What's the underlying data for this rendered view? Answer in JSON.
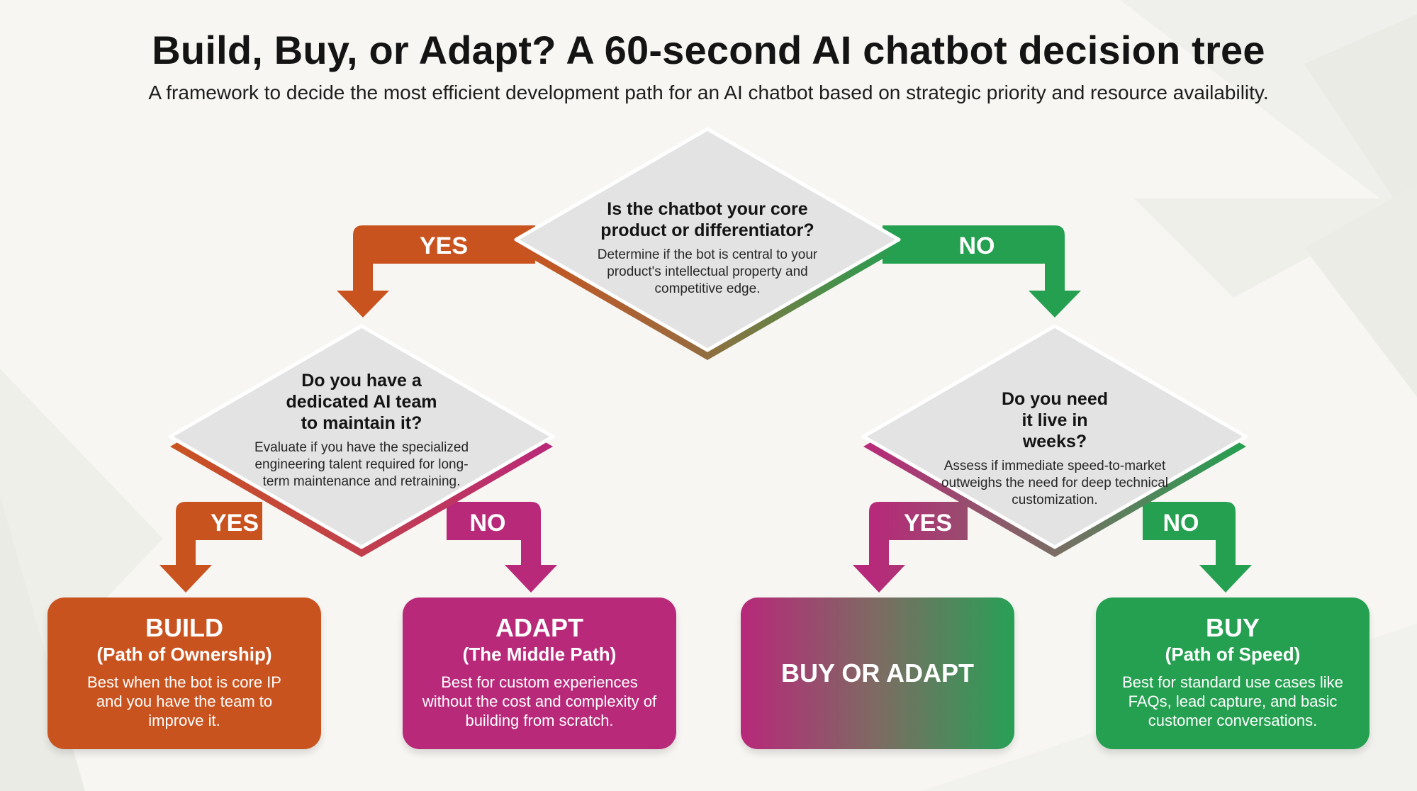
{
  "header": {
    "title": "Build, Buy, or Adapt? A 60-second AI chatbot decision tree",
    "subtitle": "A framework to decide the most efficient development path for an AI chatbot based on strategic priority and resource availability."
  },
  "decisions": {
    "root": {
      "question": "Is the chatbot your core product or differentiator?",
      "description": "Determine if the bot is central to your product's intellectual property and competitive edge."
    },
    "team": {
      "question": "Do you have a dedicated AI team to maintain it?",
      "description": "Evaluate if you have the specialized engineering talent required for long-term maintenance and retraining."
    },
    "speed": {
      "question": "Do you need it live in weeks?",
      "description": "Assess if immediate speed-to-market outweighs the need for deep technical customization."
    }
  },
  "edges": {
    "root_yes": "YES",
    "root_no": "NO",
    "team_yes": "YES",
    "team_no": "NO",
    "speed_yes": "YES",
    "speed_no": "NO"
  },
  "outcomes": {
    "build": {
      "name": "BUILD",
      "subtitle": "(Path of Ownership)",
      "description": "Best when the bot is core IP and you have the team to improve it."
    },
    "adapt": {
      "name": "ADAPT",
      "subtitle": "(The Middle Path)",
      "description": "Best for custom experiences without the cost and complexity of building from scratch."
    },
    "buy_or_adapt": {
      "name": "BUY OR ADAPT"
    },
    "buy": {
      "name": "BUY",
      "subtitle": "(Path of Speed)",
      "description": "Best for standard use cases like FAQs, lead capture, and basic customer conversations."
    }
  },
  "colors": {
    "build_orange": "#c9531f",
    "adapt_magenta": "#b8297a",
    "buy_green": "#24a050",
    "diamond_fill": "#e3e3e3"
  }
}
